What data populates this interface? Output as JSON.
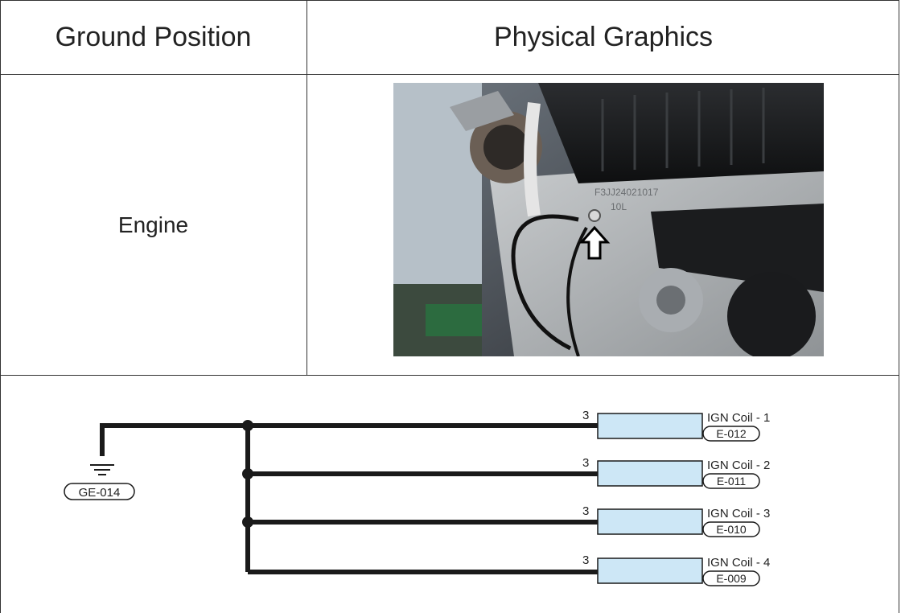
{
  "table": {
    "header_left": "Ground Position",
    "header_right": "Physical Graphics",
    "location": "Engine"
  },
  "photo": {
    "marks": [
      "F3JJ24021017",
      "10L"
    ]
  },
  "schematic": {
    "ground_label": "GE-014",
    "pin": "3",
    "coils": [
      {
        "name": "IGN Coil - 1",
        "connector": "E-012"
      },
      {
        "name": "IGN Coil - 2",
        "connector": "E-011"
      },
      {
        "name": "IGN Coil - 3",
        "connector": "E-010"
      },
      {
        "name": "IGN Coil - 4",
        "connector": "E-009"
      }
    ]
  },
  "colors": {
    "grid": "#333333",
    "wire": "#1a1a1a",
    "connector_fill": "#cde7f6"
  }
}
